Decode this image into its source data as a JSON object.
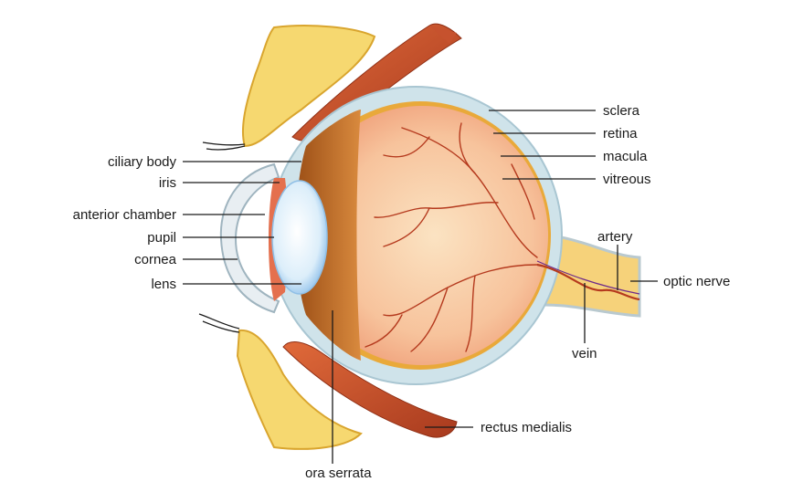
{
  "labels": {
    "sclera": "sclera",
    "retina": "retina",
    "macula": "macula",
    "vitreous": "vitreous",
    "ciliary_body": "ciliary body",
    "iris": "iris",
    "anterior_chamber": "anterior chamber",
    "pupil": "pupil",
    "cornea": "cornea",
    "lens": "lens",
    "artery": "artery",
    "optic_nerve": "optic nerve",
    "vein": "vein",
    "rectus_medialis": "rectus medialis",
    "ora_serrata": "ora serrata"
  },
  "colors": {
    "sclera": "#cfe3ea",
    "choroid": "#e9a93a",
    "retina": "#f3a27c",
    "vitreous": "#f8c9a4",
    "ciliary": "#b5621e",
    "lens": "#eef6fc",
    "muscle": "#c6522e",
    "fat": "#f6d870",
    "nerve": "#f6d27a",
    "vessel": "#b53a1e"
  }
}
